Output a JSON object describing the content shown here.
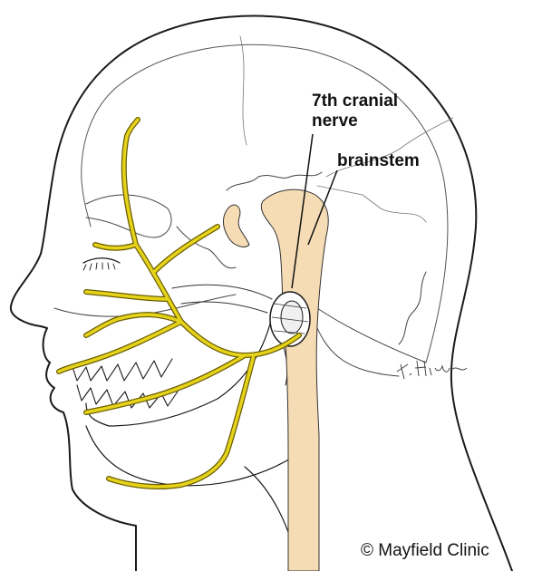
{
  "labels": {
    "nerve_line1": "7th cranial",
    "nerve_line2": "nerve",
    "brainstem": "brainstem"
  },
  "signature": "F. Hines",
  "copyright": "© Mayfield Clinic",
  "colors": {
    "nerve": "#e5d31c",
    "nerve_outline": "#6b5d00",
    "brainstem": "#f6dcb4",
    "ink": "#1a1a1a"
  }
}
